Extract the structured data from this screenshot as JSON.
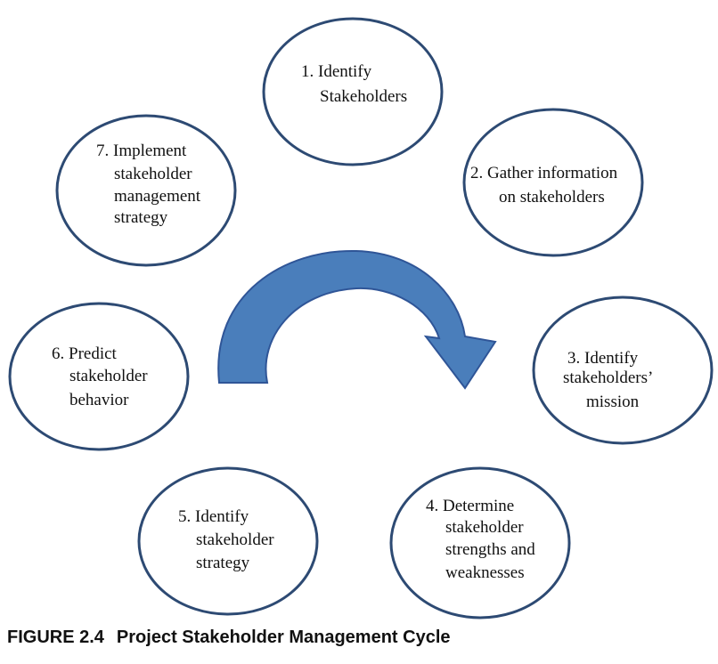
{
  "steps": [
    {
      "id": "step-1",
      "lines": [
        "1. Identify",
        "Stakeholders"
      ]
    },
    {
      "id": "step-2",
      "lines": [
        "2. Gather information",
        "on stakeholders"
      ]
    },
    {
      "id": "step-3",
      "lines": [
        "3. Identify",
        "stakeholders’",
        "mission"
      ]
    },
    {
      "id": "step-4",
      "lines": [
        "4. Determine",
        "stakeholder",
        "strengths and",
        "weaknesses"
      ]
    },
    {
      "id": "step-5",
      "lines": [
        "5. Identify",
        "stakeholder",
        "strategy"
      ]
    },
    {
      "id": "step-6",
      "lines": [
        "6. Predict",
        "stakeholder",
        "behavior"
      ]
    },
    {
      "id": "step-7",
      "lines": [
        "7. Implement",
        "stakeholder",
        "management",
        "strategy"
      ]
    }
  ],
  "caption": {
    "number": "FIGURE 2.4",
    "title": "Project Stakeholder Management Cycle"
  },
  "colors": {
    "ellipse_stroke": "#2d4a73",
    "arrow_fill": "#4a7ebb",
    "arrow_stroke": "#2f5597"
  }
}
